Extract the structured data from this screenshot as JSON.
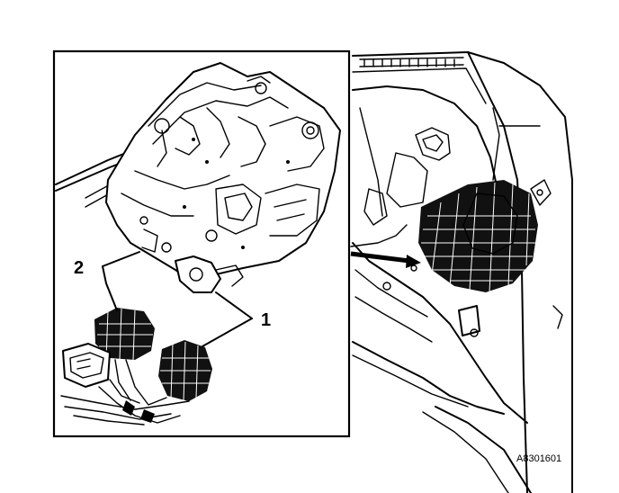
{
  "callouts": {
    "label_1": "1",
    "label_2": "2"
  },
  "figure_code": "A8301601",
  "colors": {
    "ink": "#000000",
    "paper": "#ffffff"
  }
}
